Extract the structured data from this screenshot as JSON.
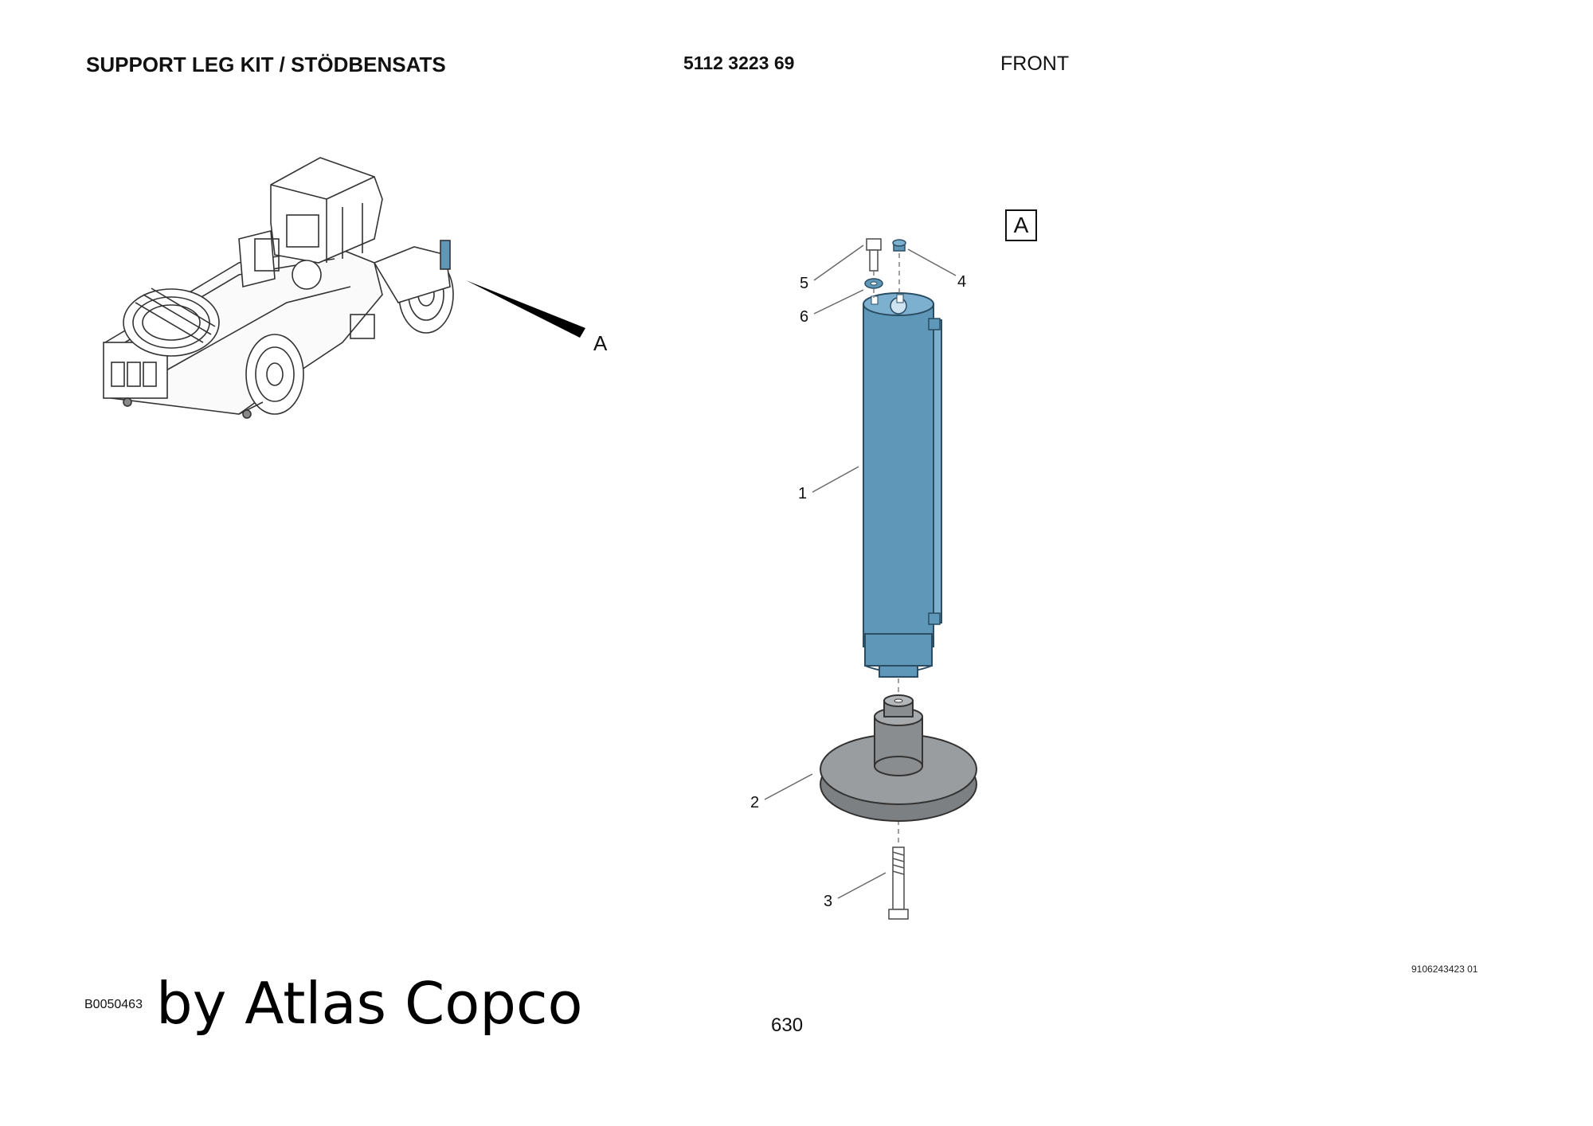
{
  "header": {
    "title": "SUPPORT LEG KIT / STÖDBENSATS",
    "part_number": "5112 3223 69",
    "view": "FRONT"
  },
  "figure": {
    "detail_marker": "A",
    "view_label": "A",
    "callouts": [
      "1",
      "2",
      "3",
      "4",
      "5",
      "6"
    ],
    "part_color": "#5f97b8",
    "base_color": "#8a8d90"
  },
  "footer": {
    "doc_ref": "B0050463",
    "brand": "by Atlas Copco",
    "page_number": "630",
    "drawing_ref": "9106243423 01"
  }
}
